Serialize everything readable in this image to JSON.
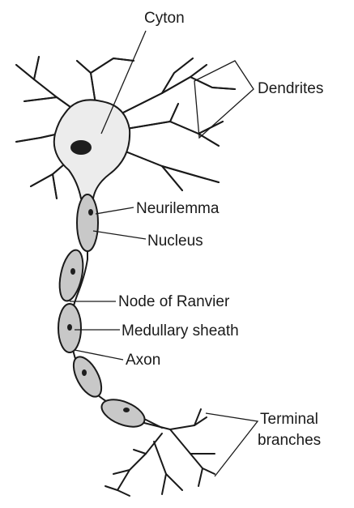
{
  "labels": {
    "cyton": "Cyton",
    "dendrites": "Dendrites",
    "neurilemma": "Neurilemma",
    "nucleus": "Nucleus",
    "node_of_ranvier": "Node of Ranvier",
    "medullary_sheath": "Medullary sheath",
    "axon": "Axon",
    "terminal_line1": "Terminal",
    "terminal_line2": "branches"
  },
  "colors": {
    "line": "#1a1a1a",
    "cell_body_fill": "#ececec",
    "sheath_fill": "#c8c8c8",
    "nucleus_fill": "#1e1e1e",
    "background": "#ffffff"
  }
}
